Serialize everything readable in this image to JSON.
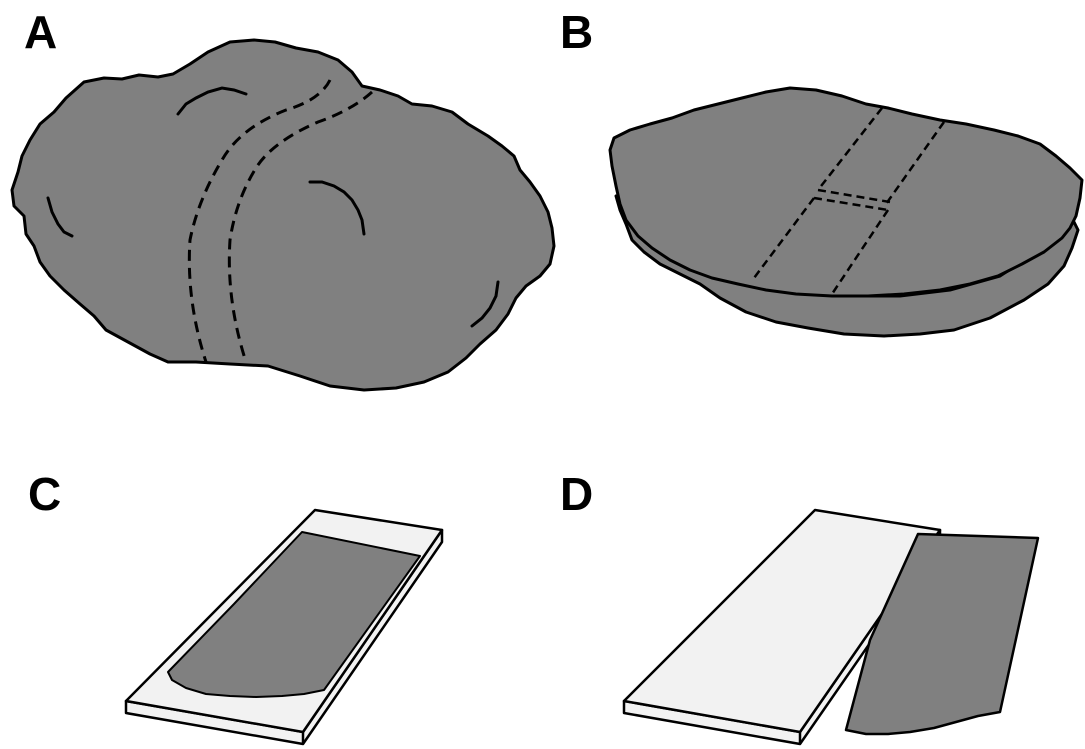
{
  "panels": [
    {
      "label": "A"
    },
    {
      "label": "B"
    },
    {
      "label": "C"
    },
    {
      "label": "D"
    }
  ],
  "colors": {
    "rock": "#808080",
    "slide": "#f2f2f2",
    "outline": "#000000",
    "background": "#ffffff"
  }
}
